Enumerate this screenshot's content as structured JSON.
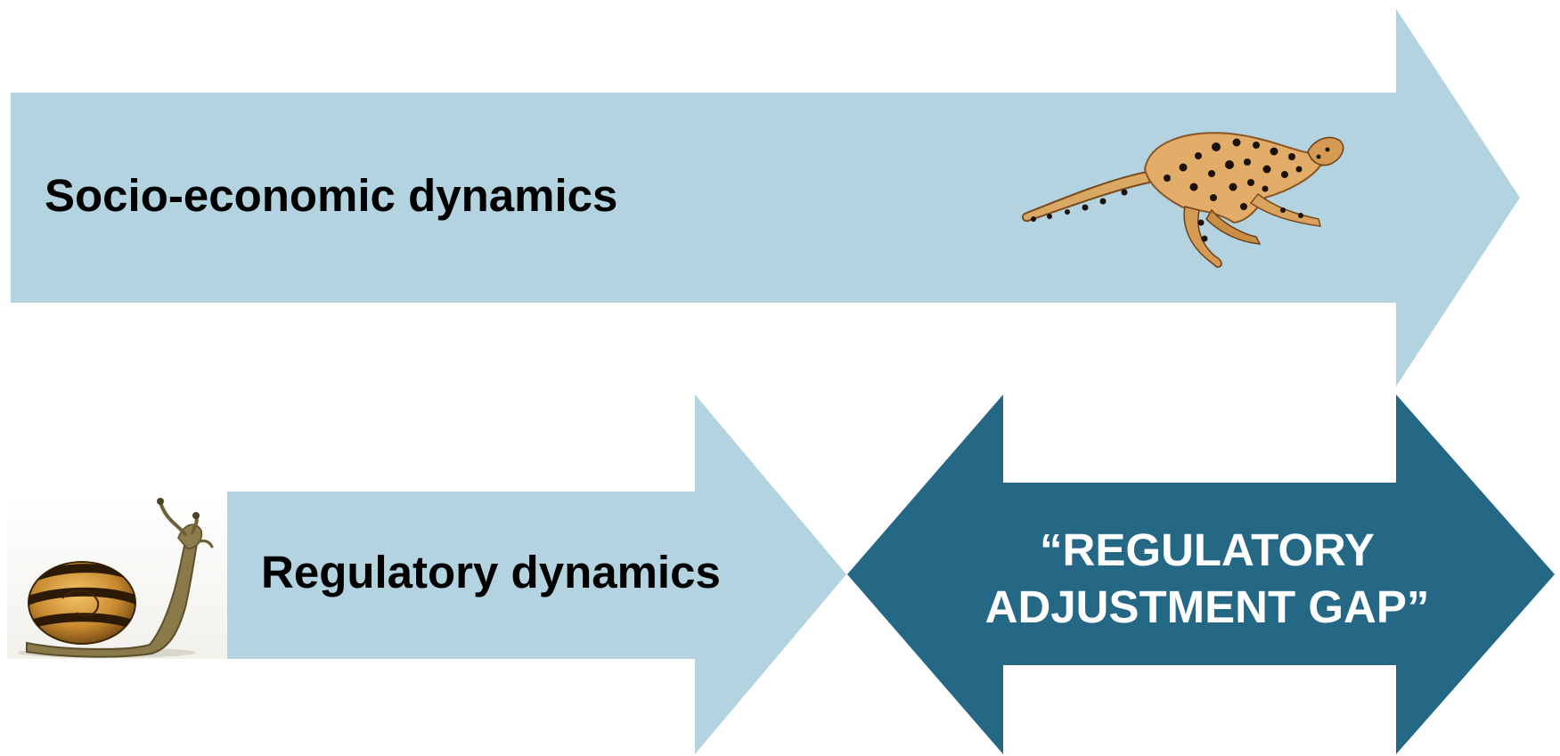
{
  "top_arrow": {
    "label": "Socio-economic dynamics",
    "fill": "#b2d3df",
    "picture": "running-cheetah"
  },
  "bottom_arrow": {
    "label": "Regulatory dynamics",
    "fill": "#b2d3df",
    "picture": "snail"
  },
  "gap_arrow": {
    "line1": "“REGULATORY",
    "line2": "ADJUSTMENT GAP”",
    "fill": "#256886",
    "text_color": "#ffffff"
  },
  "text_color": "#000000"
}
